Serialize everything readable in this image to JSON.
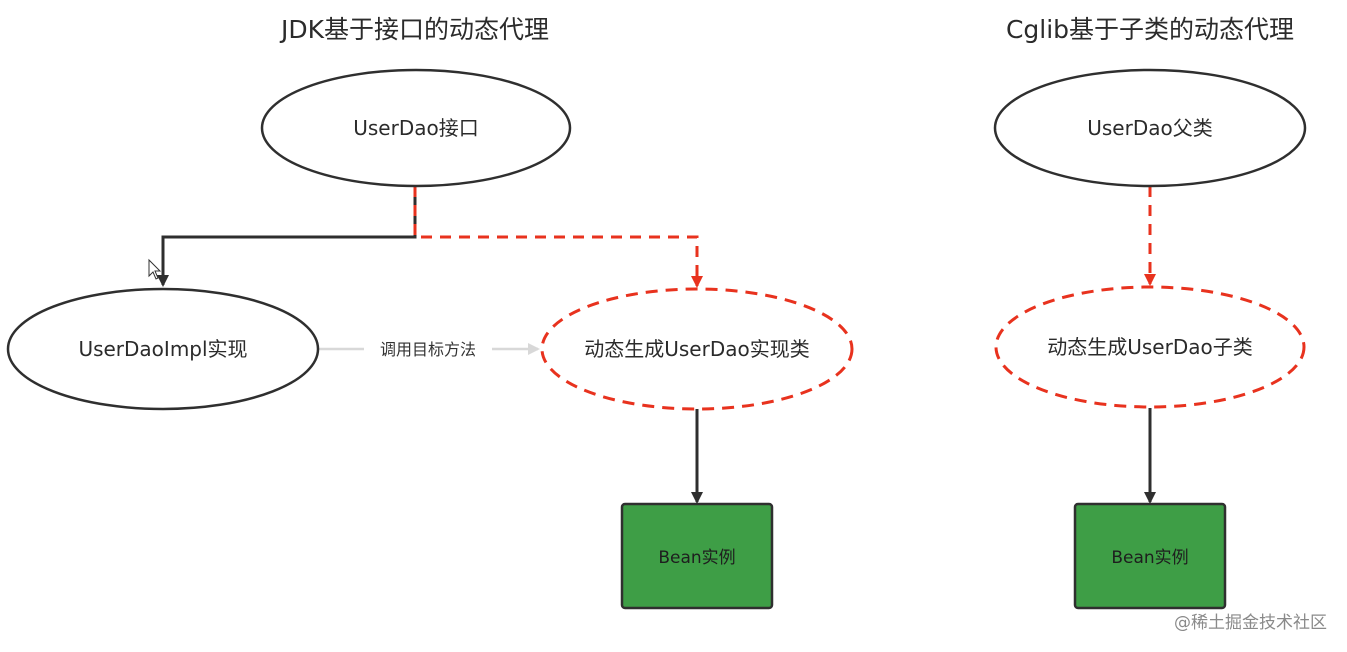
{
  "left": {
    "title": "JDK基于接口的动态代理",
    "interface_node": "UserDao接口",
    "impl_node": "UserDaoImpl实现",
    "proxy_node": "动态生成UserDao实现类",
    "bean_node": "Bean实例",
    "invoke_label": "调用目标方法"
  },
  "right": {
    "title": "Cglib基于子类的动态代理",
    "parent_node": "UserDao父类",
    "proxy_node": "动态生成UserDao子类",
    "bean_node": "Bean实例"
  },
  "watermark": "@稀土掘金技术社区",
  "colors": {
    "stroke": "#2f2f2f",
    "proxy": "#e8321e",
    "bean_fill": "#3e9e46",
    "bean_stroke": "#2f2f2f",
    "invoke": "#d8d8d8"
  }
}
